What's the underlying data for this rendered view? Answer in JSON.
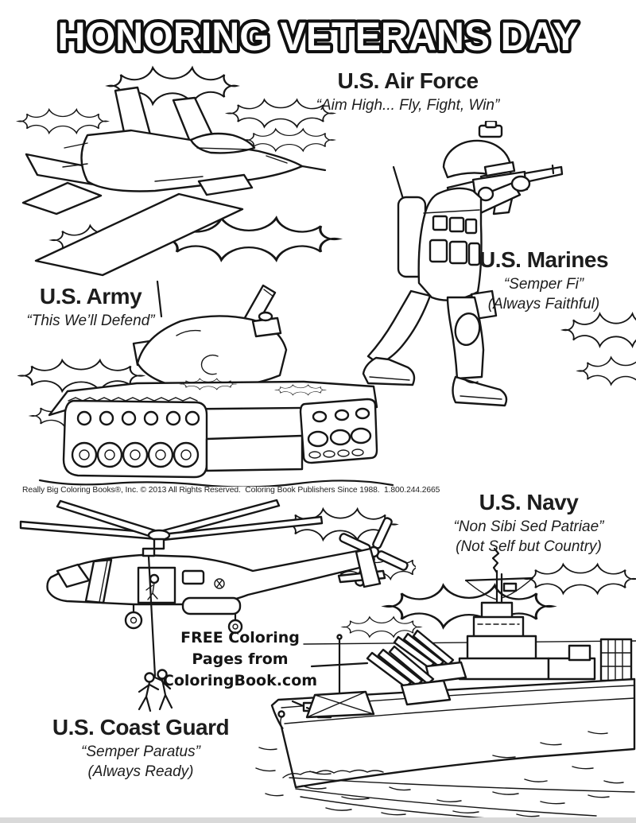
{
  "page": {
    "title": "HONORING VETERANS DAY",
    "copyright": "Really Big Coloring Books®, Inc. © 2013 All Rights Reserved.  Coloring Book Publishers Since 1988.  1.800.244.2665",
    "promo": {
      "line1": "FREE Coloring",
      "line2": "Pages from",
      "line3": "ColoringBook.com"
    },
    "colors": {
      "ink": "#161616",
      "paper": "#ffffff",
      "footer_strip": "#d9d9d9"
    }
  },
  "branches": {
    "air_force": {
      "name": "U.S. Air Force",
      "motto": "“Aim High... Fly, Fight, Win”"
    },
    "marines": {
      "name": "U.S. Marines",
      "motto": "“Semper Fi”",
      "translation": "(Always Faithful)"
    },
    "army": {
      "name": "U.S. Army",
      "motto": "“This We’ll Defend”"
    },
    "navy": {
      "name": "U.S. Navy",
      "motto": "“Non Sibi Sed Patriae”",
      "translation": "(Not Self but Country)"
    },
    "coast_guard": {
      "name": "U.S. Coast Guard",
      "motto": "“Semper Paratus”",
      "translation": "(Always Ready)"
    }
  },
  "illustrations": {
    "air_force": "fighter-jet-in-clouds",
    "marines": "soldier-aiming-rifle",
    "army": "battle-tank",
    "coast_guard": "rescue-helicopter-with-hoist-swimmers",
    "navy": "battleship-at-sea"
  }
}
